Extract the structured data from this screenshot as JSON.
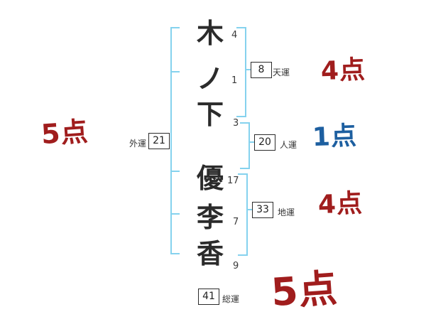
{
  "chart": {
    "characters": [
      {
        "char": "木",
        "strokes": "4"
      },
      {
        "char": "ノ",
        "strokes": "1"
      },
      {
        "char": "下",
        "strokes": "3"
      },
      {
        "char": "優",
        "strokes": "17"
      },
      {
        "char": "李",
        "strokes": "7"
      },
      {
        "char": "香",
        "strokes": "9"
      }
    ],
    "fortunes": {
      "tenun": {
        "label": "天運",
        "value": "8",
        "score": "4点"
      },
      "jinun": {
        "label": "人運",
        "value": "20",
        "score": "1点"
      },
      "chiun": {
        "label": "地運",
        "value": "33",
        "score": "4点"
      },
      "gaiun": {
        "label": "外運",
        "value": "21",
        "score": "5点"
      },
      "soun": {
        "label": "総運",
        "value": "41",
        "score": "5点"
      }
    },
    "colors": {
      "score_red": "#a01d1d",
      "score_blue": "#1d5fa0",
      "bracket_blue": "#85d2ee"
    }
  }
}
